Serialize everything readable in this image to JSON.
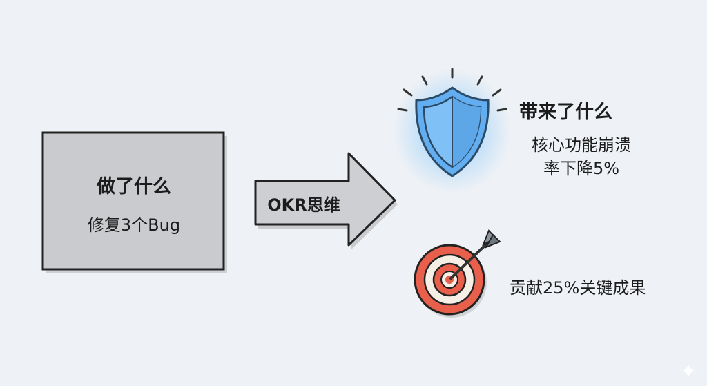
{
  "left_box": {
    "title": "做了什么",
    "content": "修复3个Bug"
  },
  "arrow": {
    "label": "OKR思维"
  },
  "result": {
    "title": "带来了什么",
    "line1": "核心功能崩溃",
    "line2": "率下降5%"
  },
  "contribution": {
    "text": "贡献25%关键成果"
  },
  "colors": {
    "background": "#eef1f5",
    "box": "#c9cbce",
    "shield": "#5aa8ec",
    "target_red": "#e8604c"
  }
}
